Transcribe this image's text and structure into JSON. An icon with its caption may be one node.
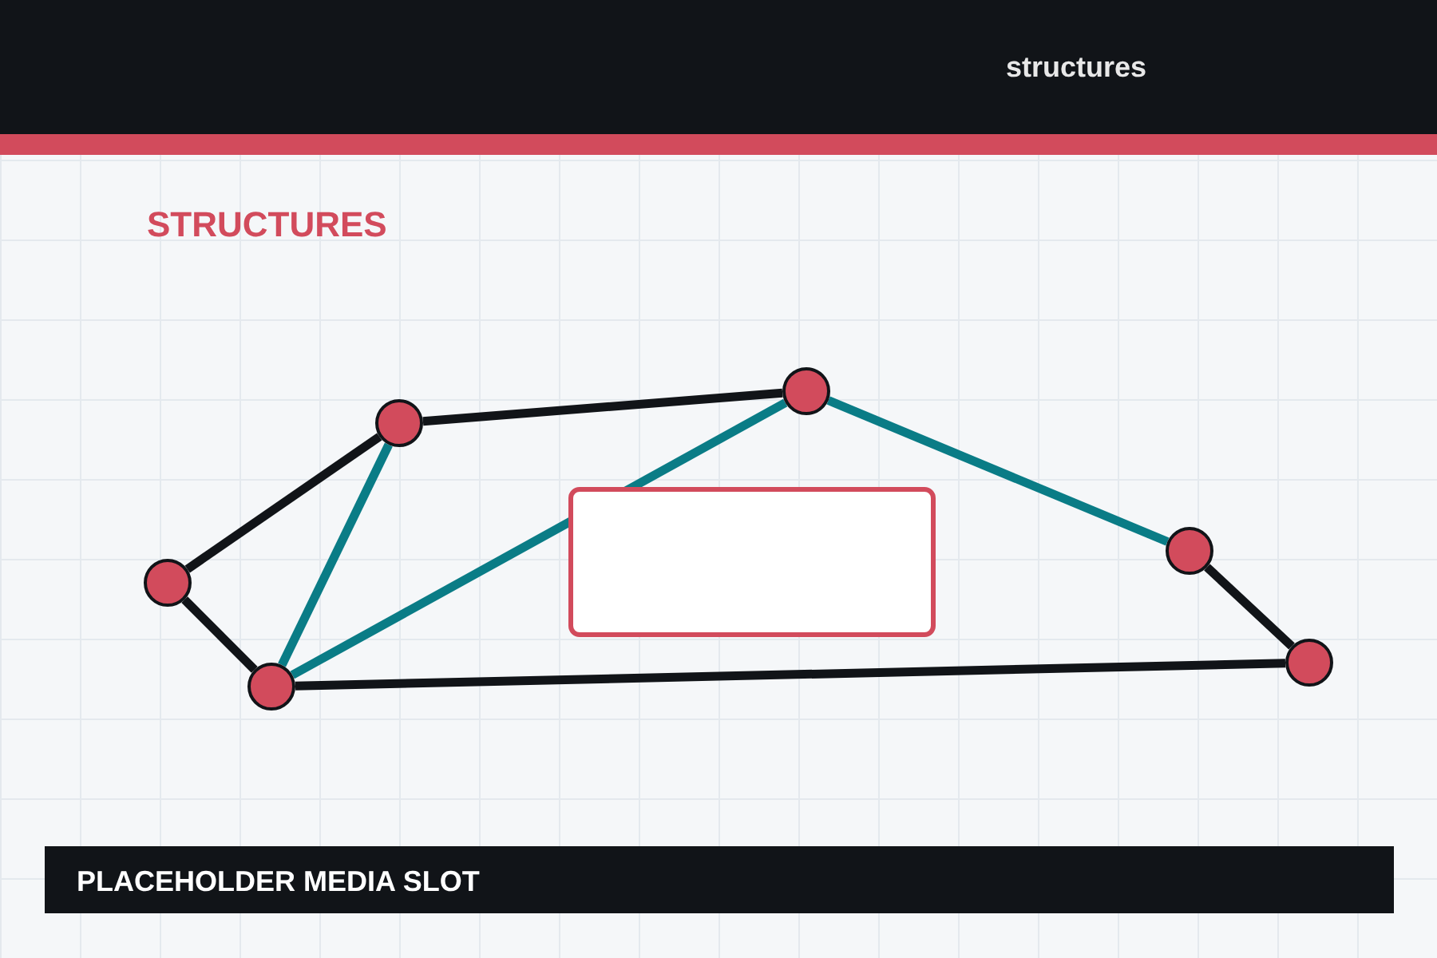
{
  "diagram": {
    "title": "STRUCTURES",
    "nodes": [
      {
        "text": [],
        "shape": "circle"
      },
      {
        "text": [],
        "shape": "circle"
      },
      {
        "text": [],
        "shape": "circle"
      },
      {
        "text": [],
        "shape": "circle"
      },
      {
        "text": [],
        "shape": "circle"
      },
      {
        "text": [],
        "shape": "circle"
      },
      {
        "text": [
          "PLACEHOLDER MEDIA SLOT"
        ]
      }
    ],
    "edges": [
      {
        "from": 0,
        "to": 2,
        "arrow": "none"
      },
      {
        "from": 0,
        "to": 1,
        "arrow": "none"
      },
      {
        "from": 2,
        "to": 3,
        "arrow": "none"
      },
      {
        "from": 2,
        "to": 1,
        "arrow": "none",
        "color": "#0a7c86"
      },
      {
        "from": 1,
        "to": 3,
        "arrow": "none",
        "color": "#0a7c86"
      },
      {
        "from": 3,
        "to": 4,
        "arrow": "none",
        "color": "#0a7c86"
      },
      {
        "from": 4,
        "to": 5,
        "arrow": "none"
      },
      {
        "from": 1,
        "to": 5,
        "arrow": "none"
      }
    ],
    "labels": [
      "structures"
    ]
  }
}
